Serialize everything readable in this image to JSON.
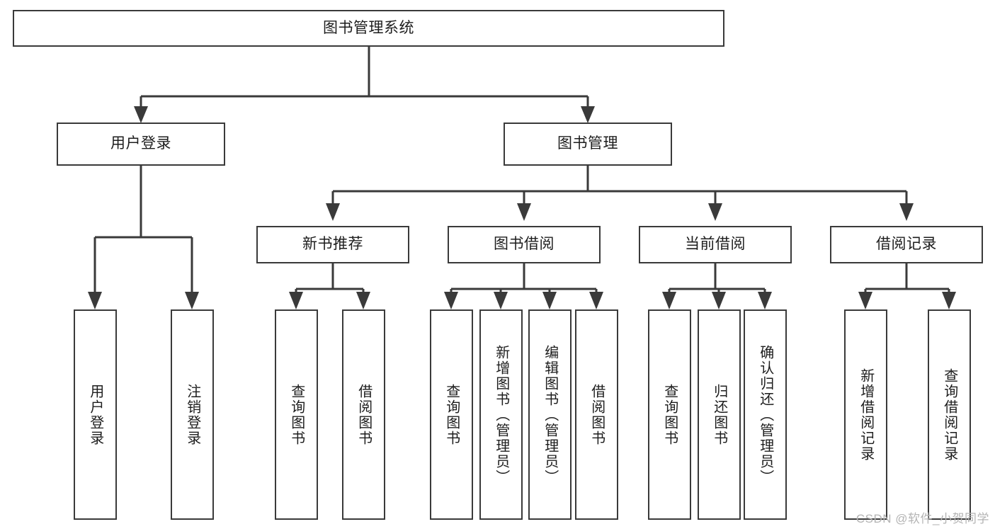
{
  "diagram": {
    "title": "图书管理系统",
    "type": "tree-hierarchy-chart",
    "watermark": "CSDN @软件_小贺同学",
    "colors": {
      "node_border": "#3a3a3a",
      "node_fill": "#ffffff",
      "edge": "#3a3a3a",
      "text": "#1d1d1d",
      "watermark": "#b4b4b4",
      "background": "#ffffff"
    }
  },
  "nodes": {
    "root": {
      "label": "图书管理系统"
    },
    "level2": [
      {
        "label": "用户登录"
      },
      {
        "label": "图书管理"
      }
    ],
    "level3": [
      {
        "label": "新书推荐"
      },
      {
        "label": "图书借阅"
      },
      {
        "label": "当前借阅"
      },
      {
        "label": "借阅记录"
      }
    ],
    "leaves_user_login": [
      {
        "label": "用户登录"
      },
      {
        "label": "注销登录"
      }
    ],
    "leaves_new_book": [
      {
        "label": "查询图书"
      },
      {
        "label": "借阅图书"
      }
    ],
    "leaves_borrow": [
      {
        "label": "查询图书"
      },
      {
        "label": "新增图书（管理员）"
      },
      {
        "label": "编辑图书（管理员）"
      },
      {
        "label": "借阅图书"
      }
    ],
    "leaves_current": [
      {
        "label": "查询图书"
      },
      {
        "label": "归还图书"
      },
      {
        "label": "确认归还（管理员）"
      }
    ],
    "leaves_records": [
      {
        "label": "新增借阅记录"
      },
      {
        "label": "查询借阅记录"
      }
    ]
  }
}
